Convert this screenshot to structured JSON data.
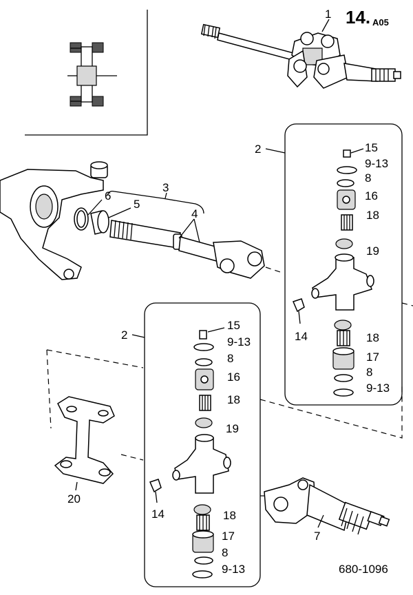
{
  "header": {
    "page_number": "14.",
    "page_code": "A05"
  },
  "footer": {
    "drawing_number": "680-1096"
  },
  "callouts": {
    "c1": "1",
    "c2_upper": "2",
    "c2_lower": "2",
    "c3": "3",
    "c4": "4",
    "c5": "5",
    "c6": "6",
    "c7": "7",
    "c14_upper": "14",
    "c14_lower": "14",
    "c20": "20",
    "kit_upper": {
      "c15": "15",
      "c9_13_a": "9-13",
      "c8_a": "8",
      "c16": "16",
      "c18_a": "18",
      "c19": "19",
      "c18_b": "18",
      "c17": "17",
      "c8_b": "8",
      "c9_13_b": "9-13"
    },
    "kit_lower": {
      "c15": "15",
      "c9_13_a": "9-13",
      "c8_a": "8",
      "c16": "16",
      "c18_a": "18",
      "c19": "19",
      "c18_b": "18",
      "c17": "17",
      "c8_b": "8",
      "c9_13_b": "9-13"
    }
  },
  "colors": {
    "ink": "#000000",
    "background": "#ffffff",
    "shading": "#d8d8d8"
  }
}
